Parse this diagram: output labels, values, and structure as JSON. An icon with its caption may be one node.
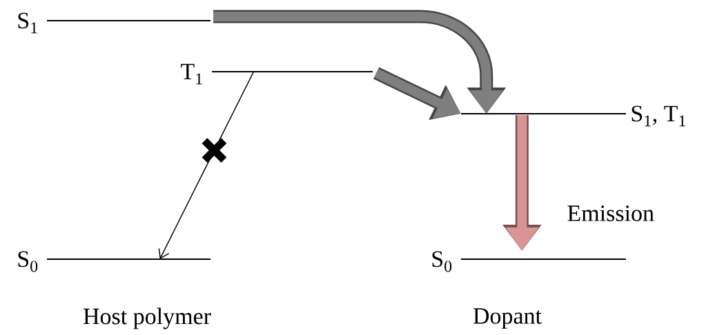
{
  "diagram": {
    "nodes": [
      {
        "text": [
          "S$_{1}$"
        ]
      },
      {
        "text": [
          "T$_{1}$"
        ]
      },
      {
        "text": [
          "S$_{0}$"
        ]
      },
      {
        "text": [
          "S$_{1}$, T$_{1}$"
        ]
      },
      {
        "text": [
          "S$_{0}$"
        ]
      }
    ],
    "edges": [
      {
        "from": 0,
        "to": 3,
        "arrow": "to",
        "color": "#7f7f7f"
      },
      {
        "from": 1,
        "to": 3,
        "arrow": "to",
        "color": "#7f7f7f"
      },
      {
        "from": 1,
        "to": 2,
        "arrow": "to",
        "color": "#000000"
      },
      {
        "from": 3,
        "to": 4,
        "arrow": "to",
        "label": "Emission",
        "color": "#d99594"
      }
    ],
    "labels": [
      "Host polymer",
      "Dopant"
    ]
  }
}
